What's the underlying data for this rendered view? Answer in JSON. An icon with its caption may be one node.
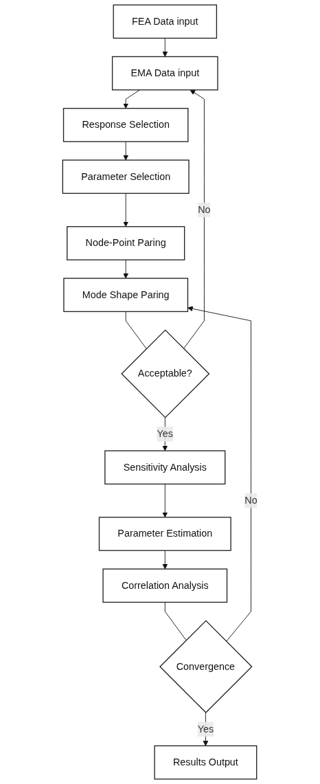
{
  "diagram": {
    "nodes": [
      {
        "text": [
          "FEA Data input"
        ]
      },
      {
        "text": [
          "EMA Data input"
        ]
      },
      {
        "text": [
          "Response Selection"
        ]
      },
      {
        "text": [
          "Parameter Selection"
        ]
      },
      {
        "text": [
          "Node-Point Paring"
        ]
      },
      {
        "text": [
          "Mode Shape Paring"
        ]
      },
      {
        "text": [
          "Acceptable?"
        ]
      },
      {
        "text": [
          "Sensitivity Analysis"
        ]
      },
      {
        "text": [
          "Parameter Estimation"
        ]
      },
      {
        "text": [
          "Correlation Analysis"
        ]
      },
      {
        "text": [
          "Convergence"
        ]
      },
      {
        "text": [
          "Results Output"
        ]
      }
    ],
    "edges": [
      {
        "from": 0,
        "to": 1,
        "arrow": "to"
      },
      {
        "from": 1,
        "to": 2,
        "arrow": "to"
      },
      {
        "from": 2,
        "to": 3,
        "arrow": "to"
      },
      {
        "from": 3,
        "to": 4,
        "arrow": "to"
      },
      {
        "from": 4,
        "to": 5,
        "arrow": "to"
      },
      {
        "from": 5,
        "to": 6,
        "arrow": "none"
      },
      {
        "from": 6,
        "to": 1,
        "arrow": "to",
        "label": "No"
      },
      {
        "from": 6,
        "to": 7,
        "arrow": "to",
        "label": "Yes"
      },
      {
        "from": 7,
        "to": 8,
        "arrow": "to"
      },
      {
        "from": 8,
        "to": 9,
        "arrow": "to"
      },
      {
        "from": 9,
        "to": 10,
        "arrow": "none"
      },
      {
        "from": 10,
        "to": 5,
        "arrow": "to",
        "label": "No"
      },
      {
        "from": 10,
        "to": 11,
        "arrow": "to",
        "label": "Yes"
      }
    ]
  }
}
